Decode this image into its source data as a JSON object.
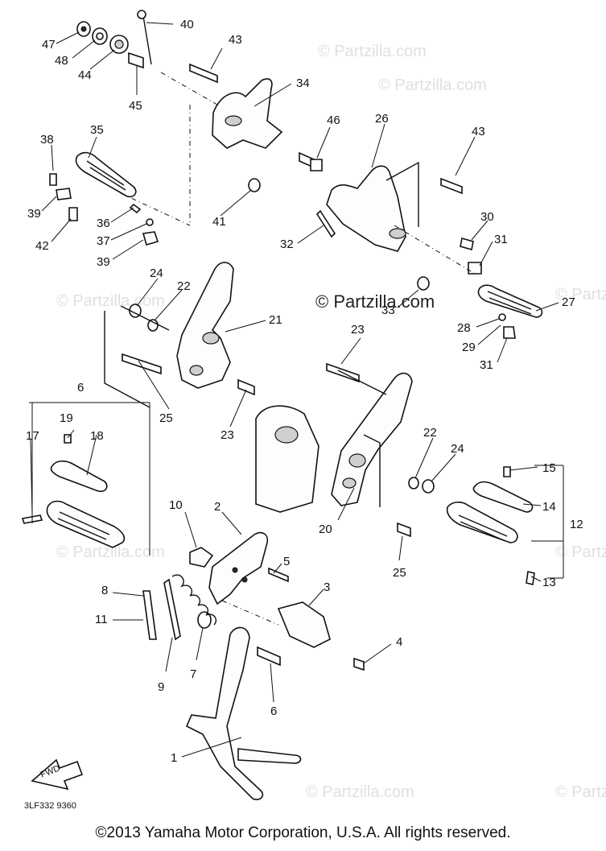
{
  "watermark_main": "© Partzilla.com",
  "watermark_faint": "© Partzilla.com",
  "fwd_label": "FWD",
  "diagram_code": "3LF332 9360",
  "copyright": "©2013 Yamaha Motor Corporation, U.S.A. All rights reserved.",
  "callouts": [
    "1",
    "2",
    "3",
    "4",
    "5",
    "6",
    "7",
    "8",
    "9",
    "10",
    "11",
    "12",
    "13",
    "14",
    "15",
    "17",
    "18",
    "19",
    "20",
    "21",
    "22",
    "23",
    "24",
    "25",
    "26",
    "27",
    "28",
    "29",
    "30",
    "31",
    "32",
    "33",
    "34",
    "35",
    "36",
    "37",
    "38",
    "39",
    "40",
    "41",
    "42",
    "43",
    "44",
    "45",
    "46",
    "47",
    "48"
  ]
}
